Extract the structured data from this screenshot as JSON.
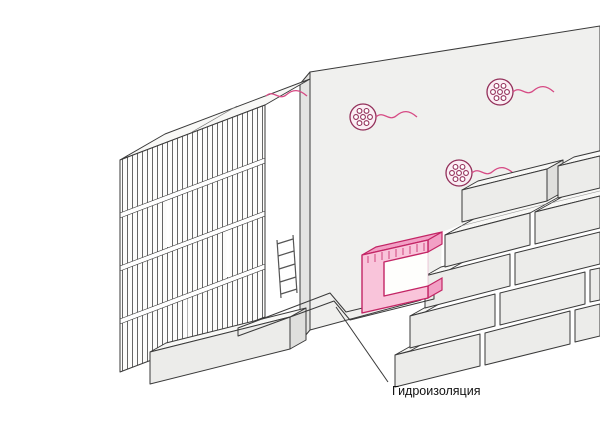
{
  "diagram": {
    "waterproofing_label": "Гидроизоляция",
    "colors": {
      "line": "#3a3a3a",
      "panel": "#f0f0ee",
      "panel_edge": "#e4e4e2",
      "brick_front": "#ececea",
      "brick_top": "#f8f8f6",
      "brick_end": "#dfdfdd",
      "accent_pink": "#d64a84",
      "accent_magenta": "#c32565",
      "bracket_fill": "#f9c4da",
      "bracket_side": "#f2a0c5",
      "anchor_ring": "#93305a",
      "bg": "#ffffff"
    },
    "elements": [
      "hollow-block-wall",
      "insulation-panel",
      "insulation-anchor-icon",
      "wire-tie-icon",
      "wall-connector-ladder",
      "foundation-block-wall",
      "support-bracket",
      "waterproofing-membrane",
      "leader-line",
      "waterproofing-label"
    ]
  }
}
